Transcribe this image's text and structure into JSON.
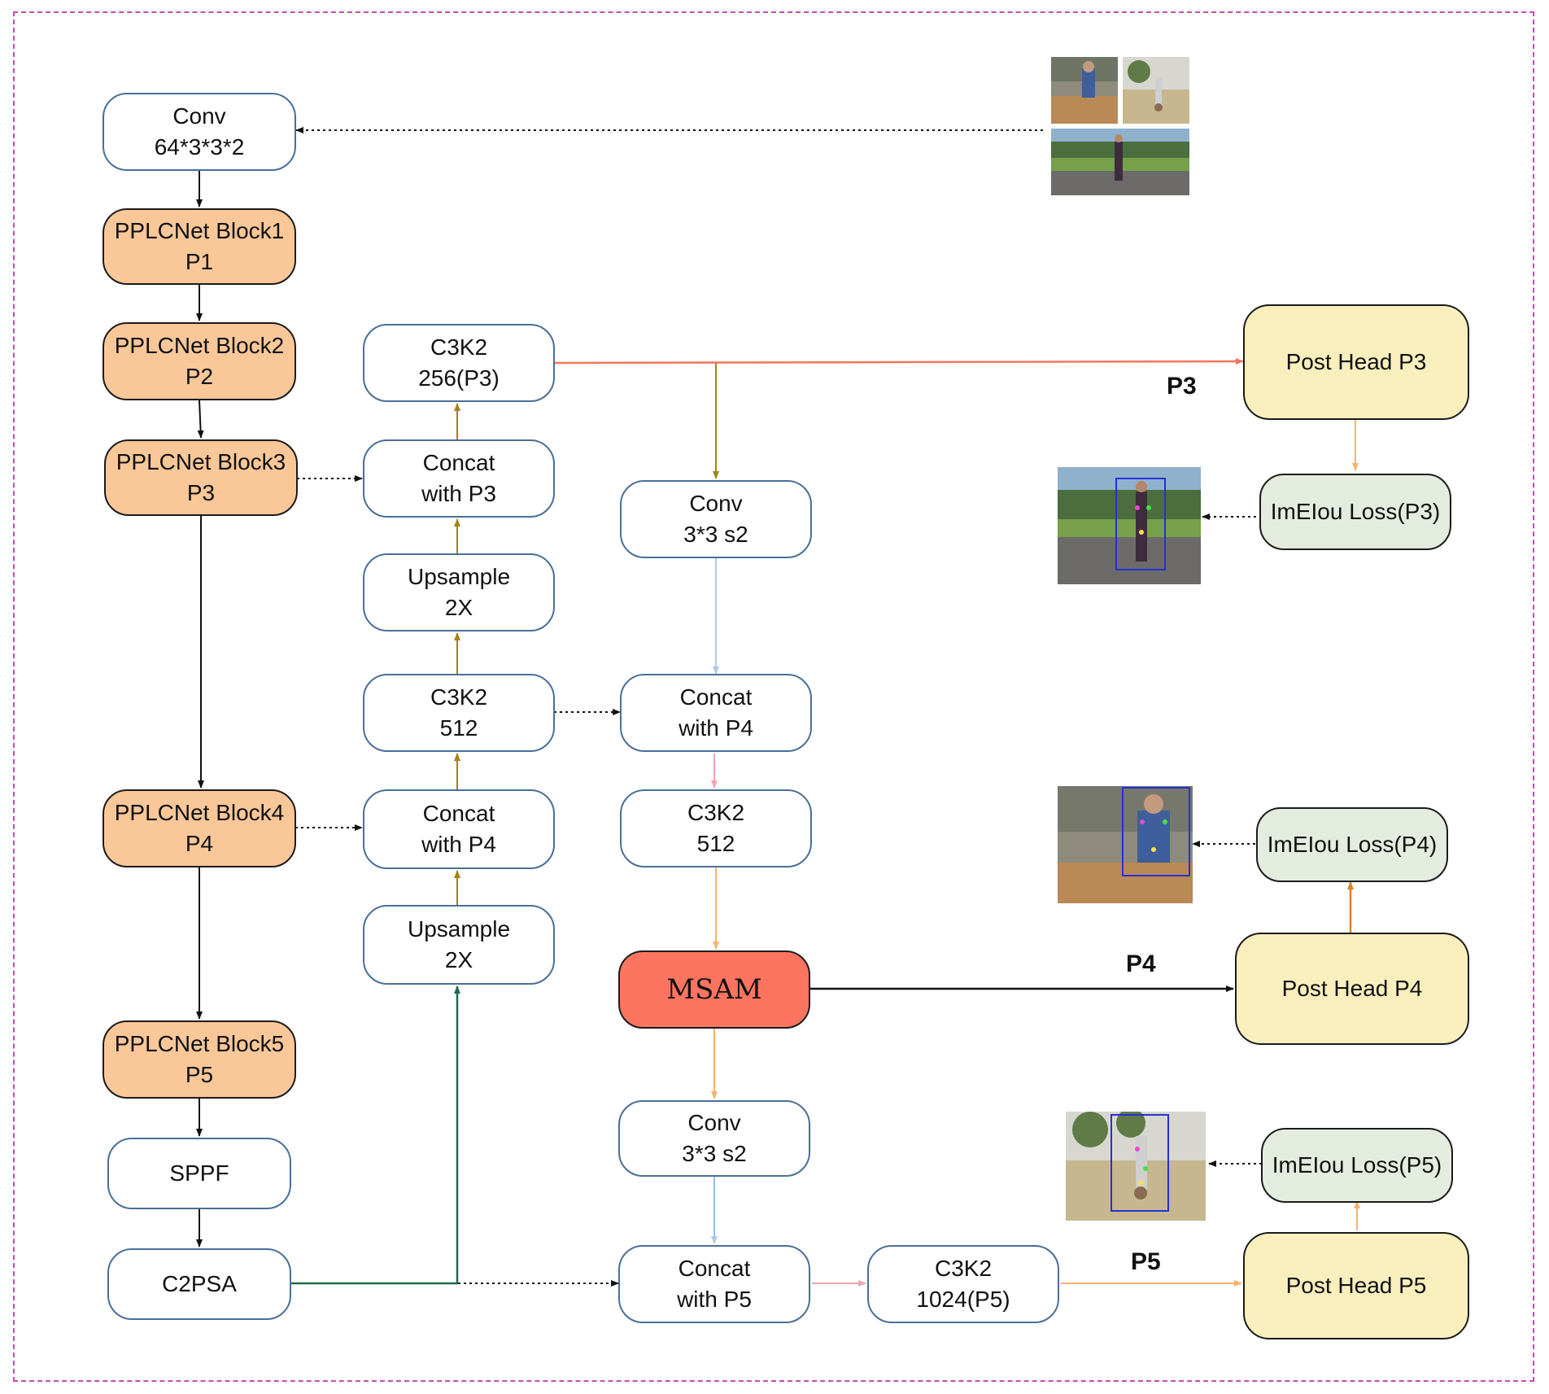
{
  "nodes": {
    "conv_in": {
      "l1": "Conv",
      "l2": "64*3*3*2"
    },
    "pp1": {
      "l1": "PPLCNet Block1",
      "l2": "P1"
    },
    "pp2": {
      "l1": "PPLCNet Block2",
      "l2": "P2"
    },
    "pp3": {
      "l1": "PPLCNet Block3",
      "l2": "P3"
    },
    "pp4": {
      "l1": "PPLCNet Block4",
      "l2": "P4"
    },
    "pp5": {
      "l1": "PPLCNet Block5",
      "l2": "P5"
    },
    "sppf": {
      "l1": "SPPF"
    },
    "c2psa": {
      "l1": "C2PSA"
    },
    "c3k2_p3": {
      "l1": "C3K2",
      "l2": "256(P3)"
    },
    "concat_p3": {
      "l1": "Concat",
      "l2": "with P3"
    },
    "up_a": {
      "l1": "Upsample",
      "l2": "2X"
    },
    "c3k2_512a": {
      "l1": "C3K2",
      "l2": "512"
    },
    "concat_p4a": {
      "l1": "Concat",
      "l2": "with P4"
    },
    "up_b": {
      "l1": "Upsample",
      "l2": "2X"
    },
    "conv_s2a": {
      "l1": "Conv",
      "l2": "3*3 s2"
    },
    "concat_p4b": {
      "l1": "Concat",
      "l2": "with P4"
    },
    "c3k2_512b": {
      "l1": "C3K2",
      "l2": "512"
    },
    "msam": {
      "l1": "MSAM"
    },
    "conv_s2b": {
      "l1": "Conv",
      "l2": "3*3 s2"
    },
    "concat_p5": {
      "l1": "Concat",
      "l2": "with P5"
    },
    "c3k2_p5": {
      "l1": "C3K2",
      "l2": "1024(P5)"
    },
    "head_p3": {
      "l1": "Post Head P3"
    },
    "head_p4": {
      "l1": "Post Head P4"
    },
    "head_p5": {
      "l1": "Post Head P5"
    },
    "loss_p3": {
      "l1": "ImEIou  Loss(P3)"
    },
    "loss_p4": {
      "l1": "ImEIou  Loss(P4)"
    },
    "loss_p5": {
      "l1": "ImEIou  Loss(P5)"
    }
  },
  "edge_labels": {
    "p3": "P3",
    "p4": "P4",
    "p5": "P5"
  },
  "colors": {
    "backbone": "#111111",
    "neck_up": "#a08418",
    "p3_out": "#f2765e",
    "conv_down": "#a9c8ec",
    "pink": "#f1a4b0",
    "orange": "#f5b36c",
    "green": "#1f6b4c",
    "msam": "#fd7560",
    "frame": "#c24fb0"
  }
}
